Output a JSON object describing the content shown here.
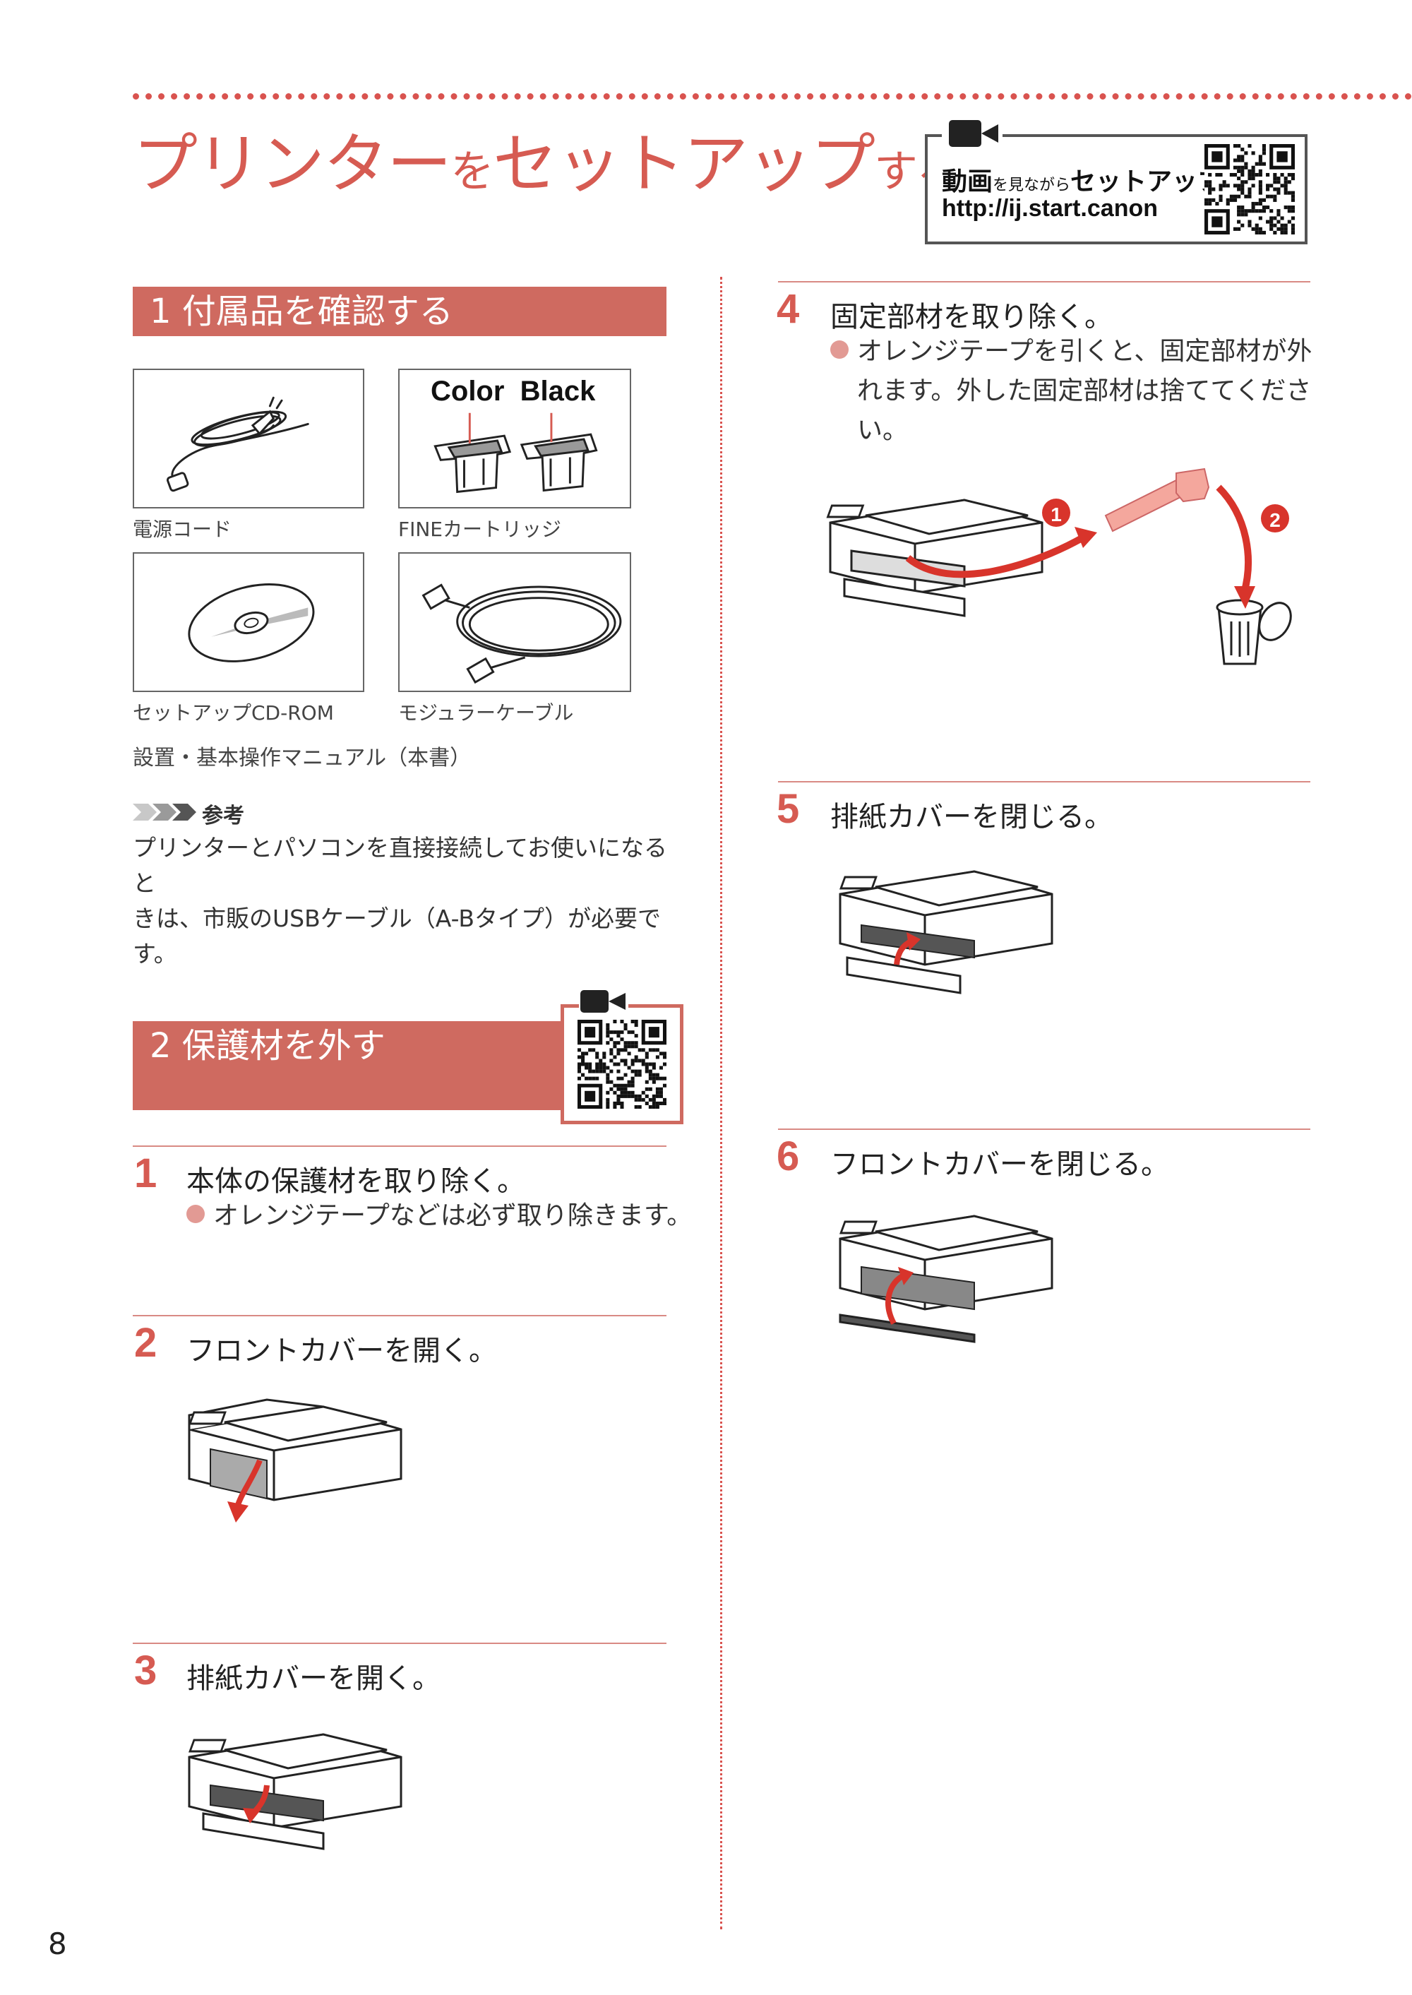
{
  "header": {
    "title_part1": "プリンター",
    "title_part2": "を",
    "title_part3": "セットアップ",
    "title_part4": "する"
  },
  "video_box": {
    "label_main": "動画",
    "label_small": "を見ながら",
    "label_end": "セットアップ",
    "url": "http://ij.start.canon"
  },
  "section1": {
    "title": "1 付属品を確認する",
    "items": [
      {
        "caption": "電源コード"
      },
      {
        "caption": "FINEカートリッジ",
        "labels": [
          "Color",
          "Black"
        ]
      },
      {
        "caption": "セットアップCD-ROM"
      },
      {
        "caption": "モジュラーケーブル"
      }
    ],
    "manual": "設置・基本操作マニュアル（本書）",
    "note_head": "参考",
    "note_lines": [
      "プリンターとパソコンを直接接続してお使いになると",
      "きは、市販のUSBケーブル（A-Bタイプ）が必要です。"
    ]
  },
  "section2": {
    "title": "2 保護材を外す"
  },
  "steps": [
    {
      "num": "1",
      "title": "本体の保護材を取り除く。",
      "bullet": "オレンジテープなどは必ず取り除きます。"
    },
    {
      "num": "2",
      "title": "フロントカバーを開く。"
    },
    {
      "num": "3",
      "title": "排紙カバーを開く。"
    },
    {
      "num": "4",
      "title": "固定部材を取り除く。",
      "bullet_lines": [
        "オレンジテープを引くと、固定部材が外",
        "れます。外した固定部材は捨ててくださ",
        "い。"
      ],
      "markers": [
        "1",
        "2"
      ]
    },
    {
      "num": "5",
      "title": "排紙カバーを閉じる。"
    },
    {
      "num": "6",
      "title": "フロントカバーを閉じる。"
    }
  ],
  "page_number": "8",
  "colors": {
    "accent": "#d65b52",
    "band": "#cf6a60",
    "orange_tape": "#f4a79d"
  }
}
